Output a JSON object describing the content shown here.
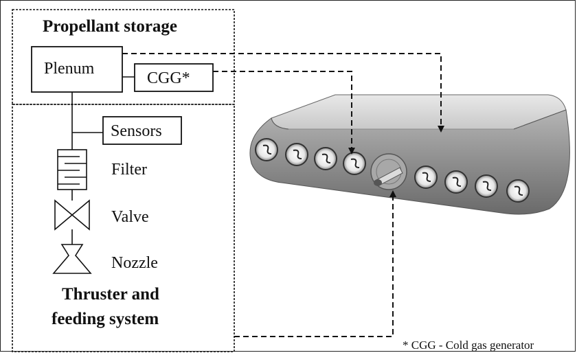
{
  "diagram": {
    "storage_title": "Propellant storage",
    "plenum": "Plenum",
    "cgg": "CGG*",
    "sensors": "Sensors",
    "filter": "Filter",
    "valve": "Valve",
    "nozzle": "Nozzle",
    "thruster_title_1": "Thruster and",
    "thruster_title_2": "feeding system",
    "footnote": "* CGG - Cold gas generator"
  },
  "colors": {
    "line": "#111111",
    "body_top": "#d4d4d4",
    "body_front": "#9a9a9a",
    "body_dark": "#6e6e6e"
  }
}
